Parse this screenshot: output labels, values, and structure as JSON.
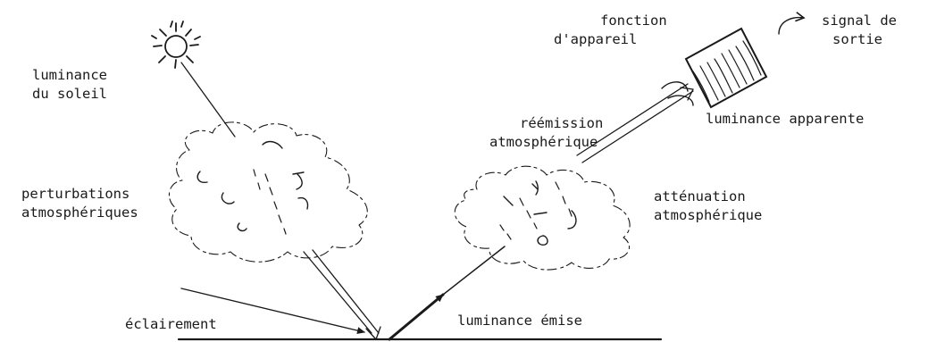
{
  "labels": {
    "sun_luminance": [
      "luminance",
      "du soleil"
    ],
    "atmospheric_disturbances": [
      "perturbations",
      "atmosphériques"
    ],
    "illumination": "éclairement",
    "emitted_luminance": "luminance émise",
    "atmospheric_reemission": [
      "réémission",
      "atmosphérique"
    ],
    "atmospheric_attenuation": [
      "atténuation",
      "atmosphérique"
    ],
    "apparent_luminance": "luminance apparente",
    "device_function": [
      "fonction",
      "d'appareil"
    ],
    "output_signal": [
      "signal de",
      "sortie"
    ]
  },
  "icons": {
    "sun": "sun-icon",
    "cloud": "cloud-icon",
    "instrument": "sensor-box-icon"
  },
  "colors": {
    "ink": "#1a1a1a",
    "paper": "#ffffff"
  }
}
